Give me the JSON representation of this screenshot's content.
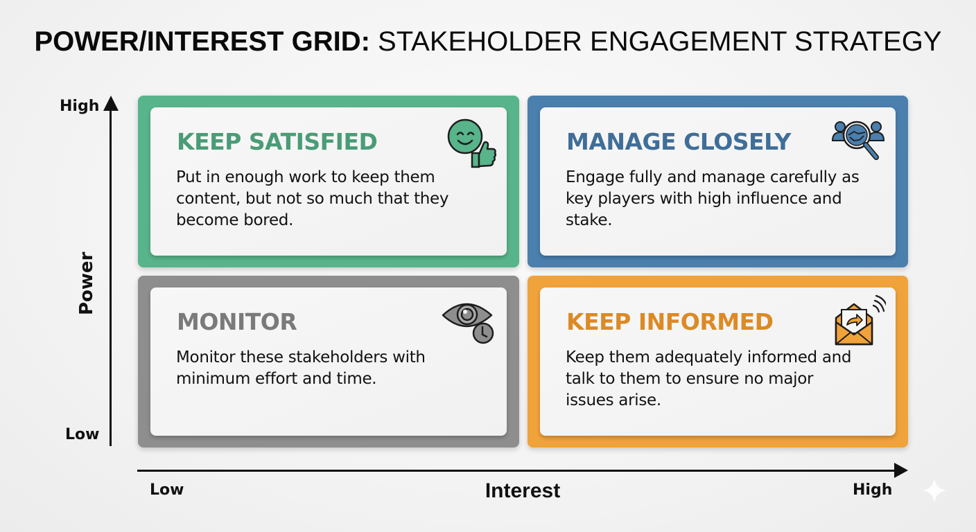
{
  "title": {
    "bold_part": "POWER/INTEREST GRID:",
    "light_part": " STAKEHOLDER ENGAGEMENT STRATEGY"
  },
  "axes": {
    "y": {
      "label": "Power",
      "low": "Low",
      "high": "High"
    },
    "x": {
      "label": "Interest",
      "low": "Low",
      "high": "High"
    }
  },
  "quadrants": [
    {
      "position": "top-left",
      "heading": "KEEP SATISFIED",
      "description": "Put in enough work to keep them content, but not so much that they become bored.",
      "icon": "smiley-thumbs-up-icon",
      "color": "#58b48a",
      "heading_color": "#4a9c76"
    },
    {
      "position": "top-right",
      "heading": "MANAGE CLOSELY",
      "description": "Engage fully and manage carefully as key players with high influence and stake.",
      "icon": "people-handshake-magnifier-icon",
      "color": "#4a7fae",
      "heading_color": "#3f6e98"
    },
    {
      "position": "bottom-left",
      "heading": "MONITOR",
      "description": "Monitor these stakeholders with minimum effort and time.",
      "icon": "eye-clock-icon",
      "color": "#8e8e8e",
      "heading_color": "#7a7a7a"
    },
    {
      "position": "bottom-right",
      "heading": "KEEP INFORMED",
      "description": "Keep them adequately informed and talk to them to ensure no major issues arise.",
      "icon": "envelope-share-signal-icon",
      "color": "#f0a23b",
      "heading_color": "#dc8a25"
    }
  ]
}
